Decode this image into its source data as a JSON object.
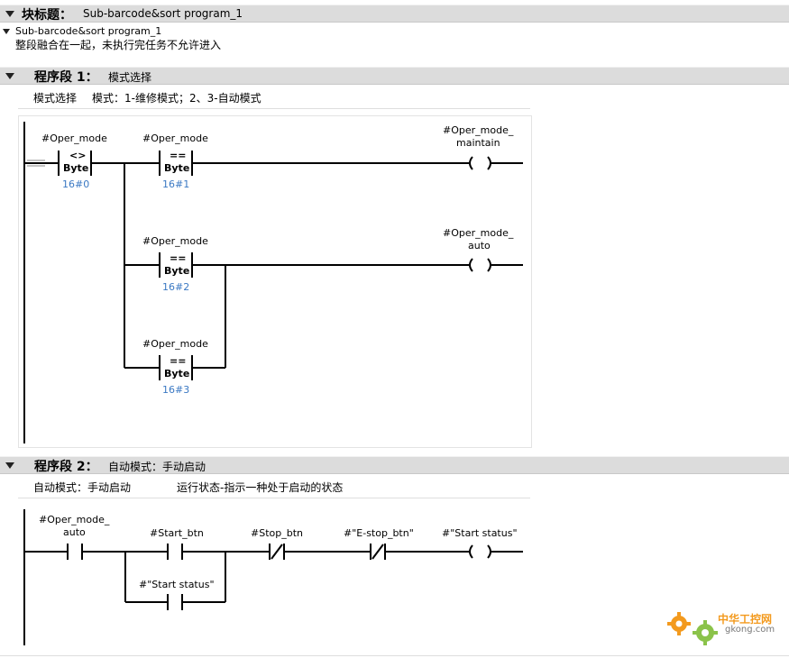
{
  "block": {
    "title_label": "块标题：",
    "title_value": "Sub-barcode&sort program_1",
    "comment_title": "Sub-barcode&sort program_1",
    "comment_text": "整段融合在一起，未执行完任务不允许进入"
  },
  "network1": {
    "label": "程序段 1：",
    "title": "模式选择",
    "comment_a": "模式选择",
    "comment_b": "模式：1-维修模式；2、3-自动模式",
    "contacts": [
      {
        "operand": "#Oper_mode",
        "op": "<>",
        "type": "Byte",
        "value": "16#0"
      },
      {
        "operand": "#Oper_mode",
        "op": "==",
        "type": "Byte",
        "value": "16#1"
      },
      {
        "operand": "#Oper_mode",
        "op": "==",
        "type": "Byte",
        "value": "16#2"
      },
      {
        "operand": "#Oper_mode",
        "op": "==",
        "type": "Byte",
        "value": "16#3"
      }
    ],
    "coils": [
      {
        "line1": "#Oper_mode_",
        "line2": "maintain"
      },
      {
        "line1": "#Oper_mode_",
        "line2": "auto"
      }
    ]
  },
  "network2": {
    "label": "程序段 2：",
    "title": "自动模式：手动启动",
    "comment_a": "自动模式：手动启动",
    "comment_b": "运行状态-指示一种处于启动的状态",
    "contacts": [
      {
        "line1": "#Oper_mode_",
        "line2": "auto",
        "kind": "NO"
      },
      {
        "line1": "#Start_btn",
        "kind": "NO"
      },
      {
        "line1": "#Stop_btn",
        "kind": "NC"
      },
      {
        "line1": "#\"E-stop_btn\"",
        "kind": "NC"
      },
      {
        "line1": "#\"Start status\"",
        "kind": "NO"
      }
    ],
    "coil": {
      "line1": "#\"Start status\""
    }
  },
  "watermark": {
    "cn": "中华工控网",
    "en": "gkong.com"
  },
  "colors": {
    "header": "#dcdcdc",
    "param_blue": "#3a78c3",
    "wire": "#000000",
    "logo_orange": "#f39a1e",
    "logo_green": "#8bc34a"
  }
}
